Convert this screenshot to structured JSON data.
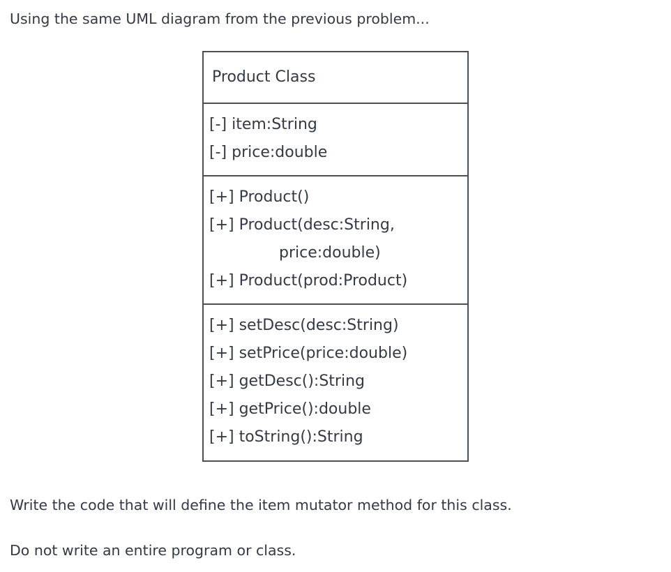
{
  "page": {
    "background_color": "#ffffff",
    "text_color": "#333a45",
    "border_color": "#4a4f58"
  },
  "intro_text": "Using the same UML diagram from the previous problem...",
  "uml_diagram": {
    "class_name": "Product Class",
    "attributes": [
      "[-] item:String",
      "[-] price:double"
    ],
    "constructors": [
      {
        "text": "[+] Product()",
        "indented": false
      },
      {
        "text": "[+] Product(desc:String,",
        "indented": false
      },
      {
        "text": "price:double)",
        "indented": true
      },
      {
        "text": "[+] Product(prod:Product)",
        "indented": false
      }
    ],
    "methods": [
      "[+] setDesc(desc:String)",
      "[+] setPrice(price:double)",
      "[+] getDesc():String",
      "[+] getPrice():double",
      "[+] toString():String"
    ]
  },
  "question": {
    "line1": "Write the code that will define the item mutator method for this class.",
    "line2": "Do not write an entire program or class."
  }
}
